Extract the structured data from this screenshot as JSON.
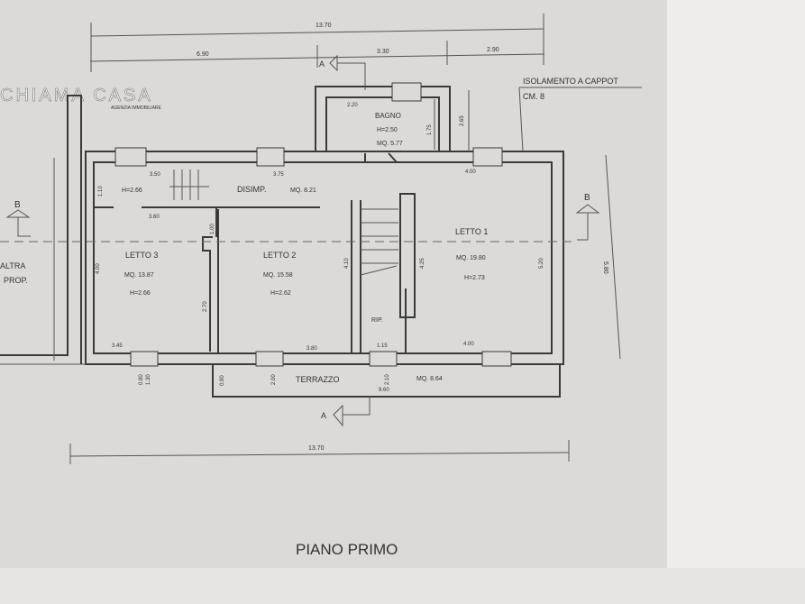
{
  "watermark": {
    "brand": "CHIAMA CASA",
    "tagline": "AGENZIA IMMOBILIARE"
  },
  "title": "PIANO PRIMO",
  "note": {
    "line1": "ISOLAMENTO A CAPPOT",
    "line2": "CM. 8"
  },
  "section_markers": {
    "a": "A",
    "b": "B"
  },
  "top_dimensions": {
    "total": "13.70",
    "seg1": "6.90",
    "seg2": "3.30",
    "seg3": "2.90"
  },
  "bottom_dimension": "13.70",
  "side_dimension": "5.80",
  "neighbor": {
    "line1": "ALTRA",
    "line2": "PROP."
  },
  "rooms": {
    "bagno": {
      "name": "BAGNO",
      "height": "H=2.50",
      "area": "MQ. 5.77",
      "w": "2.20",
      "d1": "1.75",
      "d2": "2.65"
    },
    "disimp": {
      "name": "DISIMP.",
      "area": "MQ. 8.21",
      "height": "H=2.66",
      "w1": "3.50",
      "w2": "3.75",
      "d": "1.10",
      "w3": "3.60",
      "d2": "1.00"
    },
    "letto1": {
      "name": "LETTO 1",
      "area": "MQ. 19.80",
      "height": "H=2.73",
      "w": "4.00",
      "d": "5.20",
      "w2": "4.00",
      "d2": "4.25"
    },
    "letto2": {
      "name": "LETTO 2",
      "area": "MQ. 15.58",
      "height": "H=2.62",
      "w": "3.80",
      "d": "4.10"
    },
    "letto3": {
      "name": "LETTO 3",
      "area": "MQ. 13.87",
      "height": "H=2.66",
      "w": "3.45",
      "d": "4.00",
      "d2": "2.70"
    },
    "rip": {
      "name": "RIP.",
      "w": "1.15"
    },
    "terrazzo": {
      "name": "TERRAZZO",
      "area": "MQ. 8.64",
      "w": "9.60",
      "d": "0.90"
    }
  },
  "windows": {
    "w1": "0.80",
    "h1": "1.30",
    "h2": "2.00",
    "h3": "2.10"
  },
  "colors": {
    "paper": "#dcdad8",
    "ink": "#3a3a3a"
  }
}
